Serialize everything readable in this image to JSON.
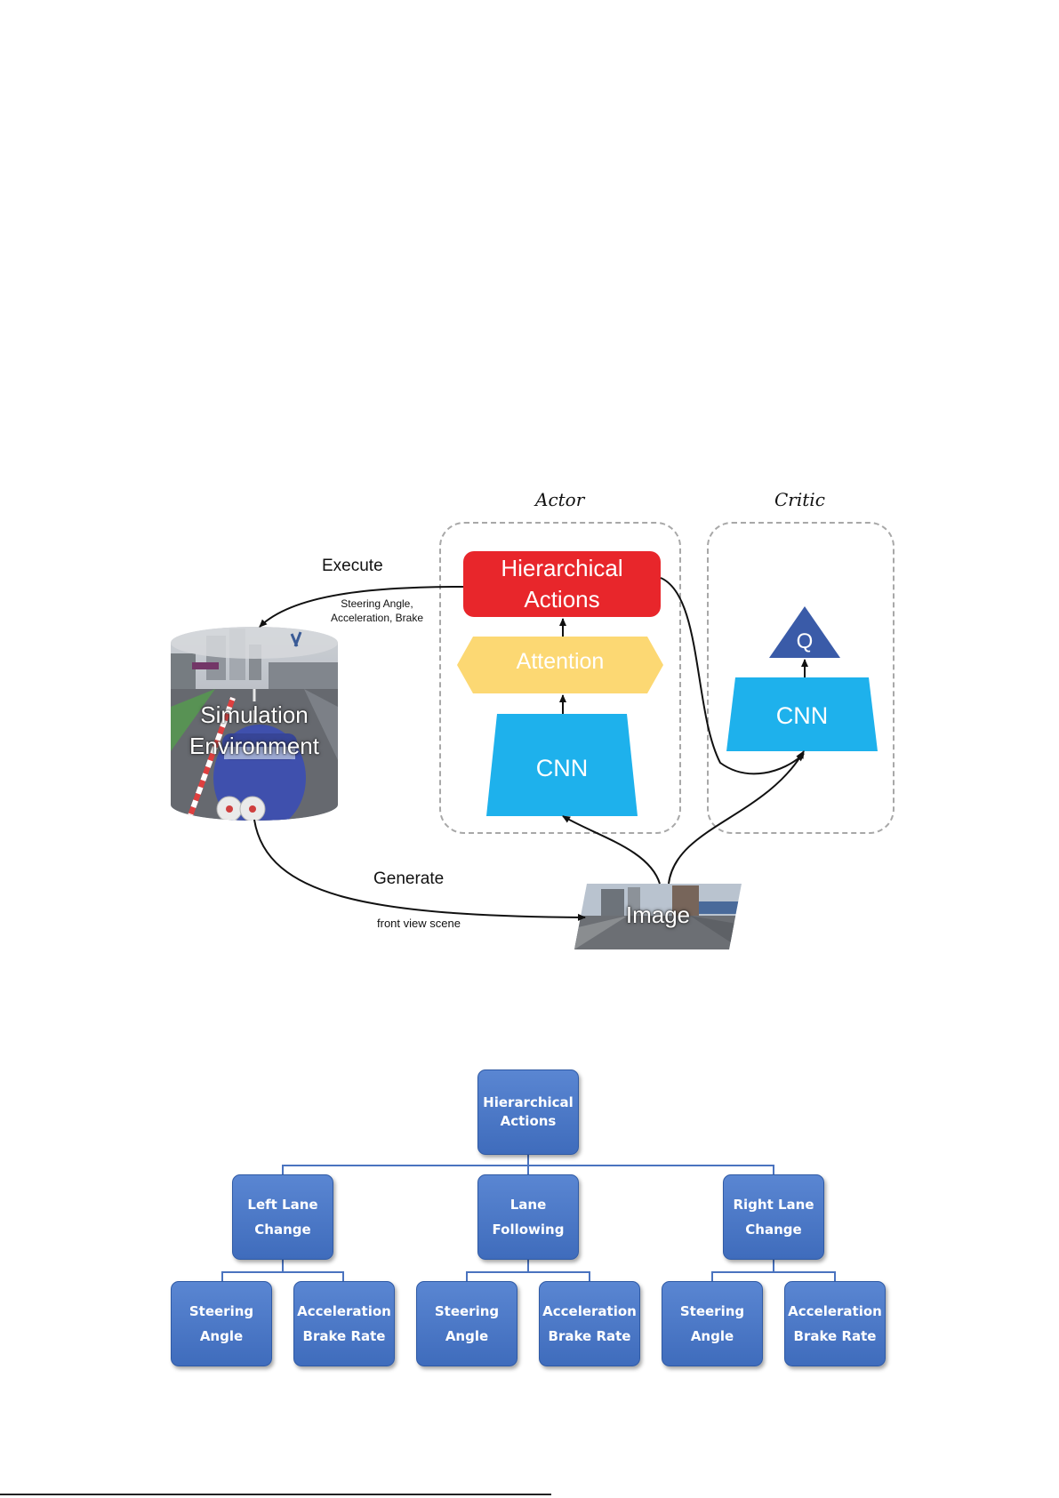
{
  "actor_title": "Actor",
  "critic_title": "Critic",
  "hierarchical_actions": [
    "Hierarchical",
    "Actions"
  ],
  "attention": "Attention",
  "actor_cnn": "CNN",
  "critic_cnn": "CNN",
  "q_label": "Q",
  "sim_env": [
    "Simulation",
    "Environment"
  ],
  "execute_label": "Execute",
  "execute_sub": [
    "Steering Angle,",
    "Acceleration, Brake"
  ],
  "generate_label": "Generate",
  "generate_sub": "front view scene",
  "image_label": "Image",
  "colors": {
    "red": "#e8262b",
    "yellow": "#fcd873",
    "cyan": "#1eb1ec",
    "navy": "#3a5ba8",
    "tree_blue": "#4775c4"
  },
  "tree": {
    "root": [
      "Hierarchical",
      "Actions"
    ],
    "level1": [
      {
        "line1": "Left Lane",
        "line2": "Change"
      },
      {
        "line1": "Lane",
        "line2": "Following"
      },
      {
        "line1": "Right Lane",
        "line2": "Change"
      }
    ],
    "level2": [
      {
        "line1": "Steering",
        "line2": "Angle"
      },
      {
        "line1": "Acceleration",
        "line2": "Brake Rate"
      },
      {
        "line1": "Steering",
        "line2": "Angle"
      },
      {
        "line1": "Acceleration",
        "line2": "Brake Rate"
      },
      {
        "line1": "Steering",
        "line2": "Angle"
      },
      {
        "line1": "Acceleration",
        "line2": "Brake Rate"
      }
    ]
  }
}
